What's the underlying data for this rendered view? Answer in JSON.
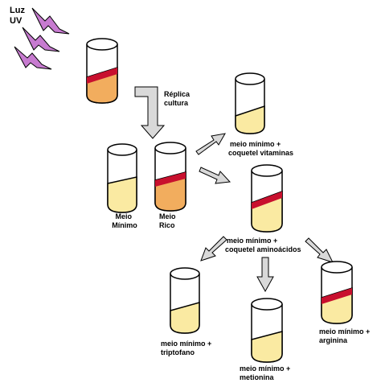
{
  "uv_label": {
    "line1": "Luz",
    "line2": "UV"
  },
  "replica_label": {
    "line1": "Réplica",
    "line2": "cultura"
  },
  "meio_minimo_label": {
    "line1": "Meio",
    "line2": "Mínimo"
  },
  "meio_rico_label": {
    "line1": "Meio",
    "line2": "Rico"
  },
  "vitaminas_label": {
    "line1": "meio mínimo +",
    "line2": "coquetel vitaminas"
  },
  "aminoacidos_label": {
    "line1": "meio mínimo +",
    "line2": "coquetel aminoácidos"
  },
  "triptofano_label": {
    "line1": "meio mínimo +",
    "line2": "triptofano"
  },
  "metionina_label": {
    "line1": "meio mínimo +",
    "line2": "metionina"
  },
  "arginina_label": {
    "line1": "meio mínimo +",
    "line2": "arginina"
  },
  "colors": {
    "rich_medium": "#f2ad5e",
    "minimal_medium": "#faeaa2",
    "colonies": "#c8102e",
    "uv_bolt": "#c77bd0",
    "arrow_fill": "#d9d9d9"
  }
}
